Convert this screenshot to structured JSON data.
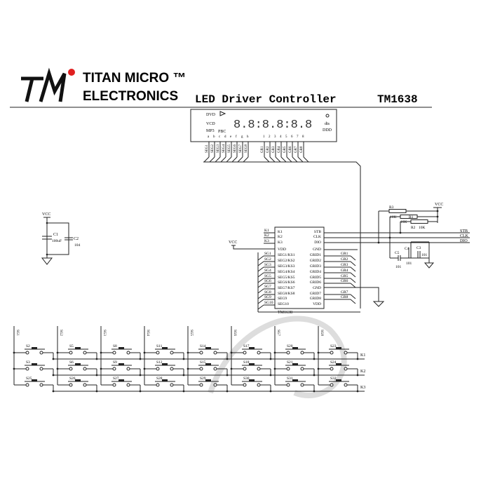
{
  "header": {
    "logo_text": "TM",
    "brand_line1": "TITAN MICRO ™",
    "brand_line2": "ELECTRONICS",
    "title": "LED Driver Controller",
    "part": "TM1638",
    "accent_color": "#e02020"
  },
  "display": {
    "labels_left": [
      "DVD",
      "VCD",
      "MP3",
      "PBC"
    ],
    "labels_right": [
      "dts",
      "DDD"
    ],
    "digits": "8.8:8.8:8.8",
    "seg_letters": [
      "a",
      "b",
      "c",
      "d",
      "e",
      "f",
      "g",
      "h"
    ],
    "grid_numbers": [
      "1",
      "2",
      "3",
      "4",
      "5",
      "6",
      "7",
      "8"
    ],
    "seg_pins": [
      "SEG1",
      "SEG2",
      "SEG3",
      "SEG4",
      "SEG5",
      "SEG6",
      "SEG7",
      "SEG8"
    ],
    "grid_pins": [
      "GR1",
      "GR2",
      "GR3",
      "GR4",
      "GR5",
      "GR6",
      "GR7",
      "GR8"
    ]
  },
  "power": {
    "vcc": "VCC",
    "c1": "C1",
    "c1_value": "100uF",
    "c2": "C2",
    "c2_value": "104"
  },
  "chip": {
    "name": "TM1638",
    "vcc": "VCC",
    "left_pins": [
      "K1",
      "K2",
      "K3",
      "VDD",
      "SEG1/KS1",
      "SEG2/KS2",
      "SEG3/KS3",
      "SEG4/KS4",
      "SEG5/KS5",
      "SEG6/KS6",
      "SEG7/KS7",
      "SEG8/KS8",
      "SEG9",
      "SEG10"
    ],
    "right_pins": [
      "STB",
      "CLK",
      "DIO",
      "GND",
      "GRID1",
      "GRID2",
      "GRID3",
      "GRID4",
      "GRID5",
      "GRID6",
      "GND",
      "GRID7",
      "GRID8",
      "VDD"
    ],
    "left_nets": [
      "K1",
      "K2",
      "K3",
      "",
      "SG1",
      "SG2",
      "SG3",
      "SG4",
      "SG5",
      "SG6",
      "SG7",
      "SG8",
      "SG9",
      "SG10"
    ],
    "right_nets": [
      "",
      "",
      "",
      "",
      "GR1",
      "GR2",
      "GR3",
      "GR4",
      "GR5",
      "GR6",
      "",
      "GR7",
      "GR8",
      ""
    ]
  },
  "interface": {
    "vcc": "VCC",
    "resistors": [
      {
        "ref": "R3",
        "value": "10K"
      },
      {
        "ref": "R1",
        "value": "10K"
      },
      {
        "ref": "R2",
        "value": "10K"
      }
    ],
    "capacitors": [
      {
        "ref": "C5",
        "value": "101"
      },
      {
        "ref": "C4",
        "value": "101"
      },
      {
        "ref": "C3",
        "value": "101"
      }
    ],
    "signals": [
      "STB",
      "CLK",
      "DIO"
    ]
  },
  "keyboard": {
    "columns": [
      "SG1",
      "SG2",
      "SG3",
      "SG4",
      "SG5",
      "SG6",
      "SG7",
      "SG8"
    ],
    "rows": [
      "K1",
      "K2",
      "K3"
    ],
    "switches": [
      [
        "S2",
        "S5",
        "S8",
        "S11",
        "S14",
        "S17",
        "S20",
        "S23"
      ],
      [
        "S3",
        "S6",
        "S9",
        "S12",
        "S15",
        "S18",
        "S21",
        "S24"
      ],
      [
        "S25",
        "S26",
        "S27",
        "S28",
        "S29",
        "S30",
        "S31",
        "S32"
      ]
    ]
  }
}
